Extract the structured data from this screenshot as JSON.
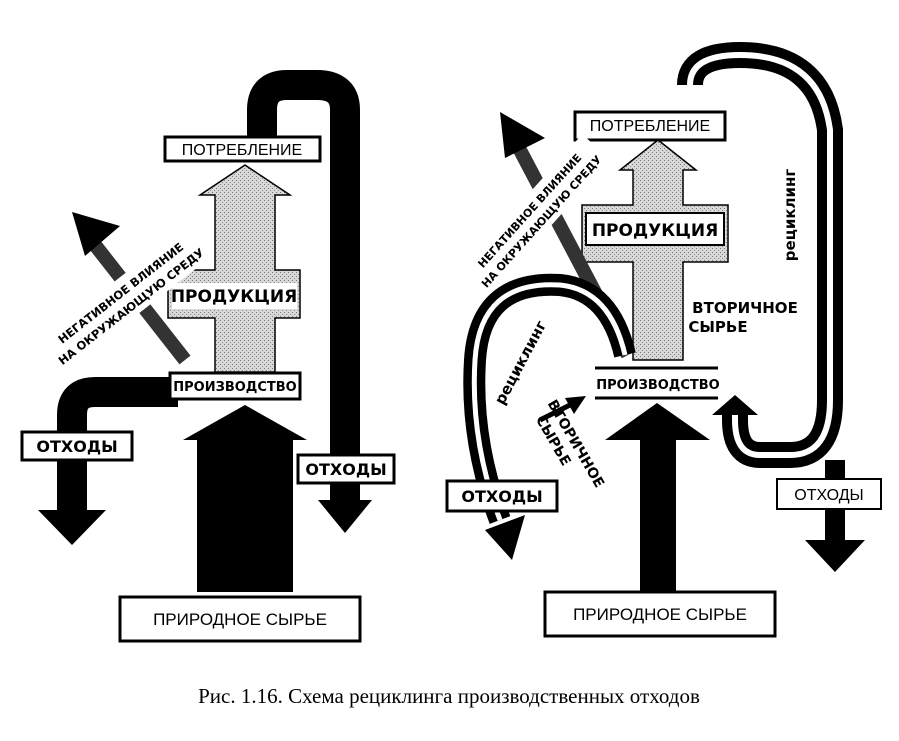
{
  "left": {
    "consumption": "ПОТРЕБЛЕНИЕ",
    "products": "ПРОДУКЦИЯ",
    "production": "ПРОИЗВОДСТВО",
    "waste_left": "ОТХОДЫ",
    "waste_right": "ОТХОДЫ",
    "raw": "ПРИРОДНОЕ СЫРЬЕ",
    "impact_line1": "НЕГАТИВНОЕ ВЛИЯНИЕ",
    "impact_line2": "НА ОКРУЖАЮЩУЮ СРЕДУ"
  },
  "right": {
    "consumption": "ПОТРЕБЛЕНИЕ",
    "products": "ПРОДУКЦИЯ",
    "production": "ПРОИЗВОДСТВО",
    "secondary_top_line1": "ВТОРИЧНОЕ",
    "secondary_top_line2": "СЫРЬЕ",
    "secondary_bottom_line1": "ВТОРИЧНОЕ",
    "secondary_bottom_line2": "СЫРЬЕ",
    "recycling_left": "рециклинг",
    "recycling_right": "рециклинг",
    "waste_left": "ОТХОДЫ",
    "waste_right": "ОТХОДЫ",
    "raw": "ПРИРОДНОЕ СЫРЬЕ",
    "impact_line1": "НЕГАТИВНОЕ ВЛИЯНИЕ",
    "impact_line2": "НА ОКРУЖАЮЩУЮ СРЕДУ"
  },
  "caption": "Рис. 1.16. Схема рециклинга производственных отходов"
}
